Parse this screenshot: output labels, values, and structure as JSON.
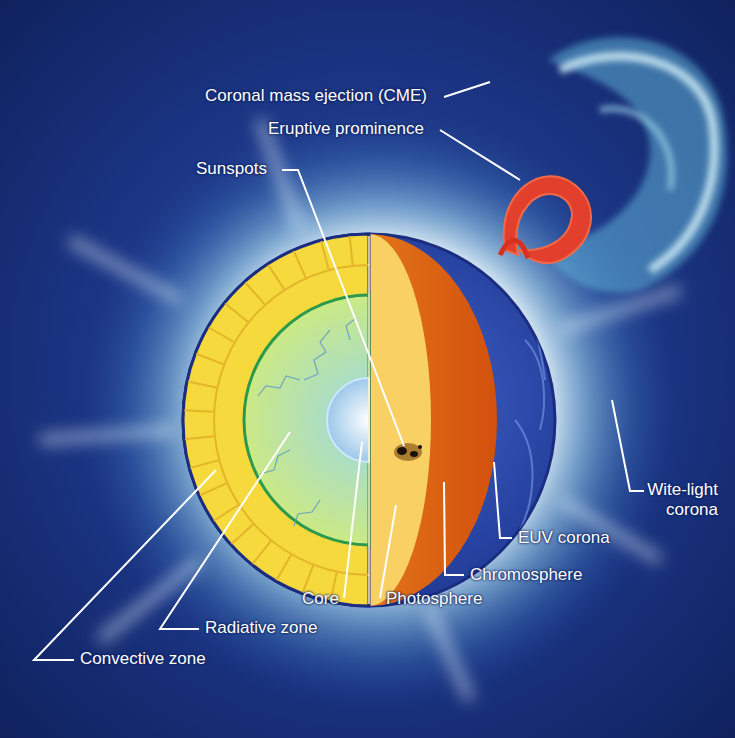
{
  "diagram": {
    "labels": [
      "Coronal mass ejection (CME)",
      "Eruptive prominence",
      "Sunspots",
      "Wite-light corona",
      "EUV corona",
      "Chromosphere",
      "Core",
      "Photosphere",
      "Radiative zone",
      "Convective zone"
    ]
  }
}
